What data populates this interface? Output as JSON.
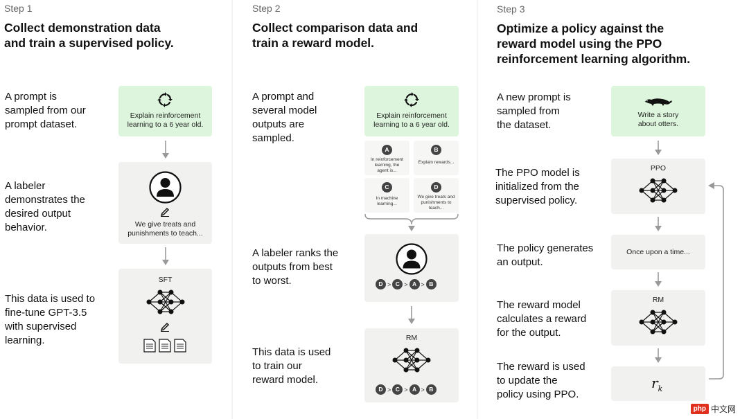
{
  "step1": {
    "step": "Step 1",
    "title": [
      "Collect demonstration data",
      "and train a supervised policy."
    ],
    "desc1": [
      "A prompt is",
      "sampled from our",
      "prompt dataset."
    ],
    "desc2": [
      "A labeler",
      "demonstrates the",
      "desired output",
      "behavior."
    ],
    "desc3": [
      "This data is used to",
      "fine-tune GPT-3.5",
      "with supervised",
      "learning."
    ],
    "prompt_box": [
      "Explain reinforcement",
      "learning to a 6 year old."
    ],
    "labeler_box": [
      "We give treats and",
      "punishments to teach..."
    ],
    "model_label": "SFT"
  },
  "step2": {
    "step": "Step 2",
    "title": [
      "Collect comparison data and",
      "train a reward model."
    ],
    "desc1": [
      "A prompt and",
      "several model",
      "outputs are",
      "sampled."
    ],
    "desc2": [
      "A labeler ranks the",
      "outputs from best",
      "to worst."
    ],
    "desc3": [
      "This data is used",
      "to train our",
      "reward model."
    ],
    "prompt_box": [
      "Explain reinforcement",
      "learning to a 6 year old."
    ],
    "outputs": [
      {
        "letter": "A",
        "text": [
          "In reinforcement",
          "learning, the",
          "agent is..."
        ]
      },
      {
        "letter": "B",
        "text": [
          "Explain rewards..."
        ]
      },
      {
        "letter": "C",
        "text": [
          "In machine",
          "learning..."
        ]
      },
      {
        "letter": "D",
        "text": [
          "We give treats and",
          "punishments to",
          "teach..."
        ]
      }
    ],
    "ranking": [
      "D",
      ">",
      "C",
      ">",
      "A",
      ">",
      "B"
    ],
    "model_label": "RM"
  },
  "step3": {
    "step": "Step 3",
    "title": [
      "Optimize a policy against the",
      "reward model using the PPO",
      "reinforcement learning algorithm."
    ],
    "desc1": [
      "A new prompt is",
      "sampled from",
      "the dataset."
    ],
    "desc2": [
      "The PPO model is",
      "initialized from the",
      "supervised policy."
    ],
    "desc3": [
      "The policy generates",
      "an output."
    ],
    "desc4": [
      "The reward model",
      "calculates a reward",
      "for the output."
    ],
    "desc5": [
      "The reward is used",
      "to update the",
      "policy using PPO."
    ],
    "prompt_box": [
      "Write a story",
      "about otters."
    ],
    "ppo_label": "PPO",
    "output_text": "Once upon a time...",
    "rm_label": "RM",
    "reward_symbol": "r",
    "reward_sub": "k"
  },
  "watermark": {
    "logo": "php",
    "text": "中文网"
  },
  "colors": {
    "prompt_green": "#dcf5dc",
    "box_grey": "#f1f1f0",
    "arrow": "#999999",
    "badge": "#444444"
  }
}
